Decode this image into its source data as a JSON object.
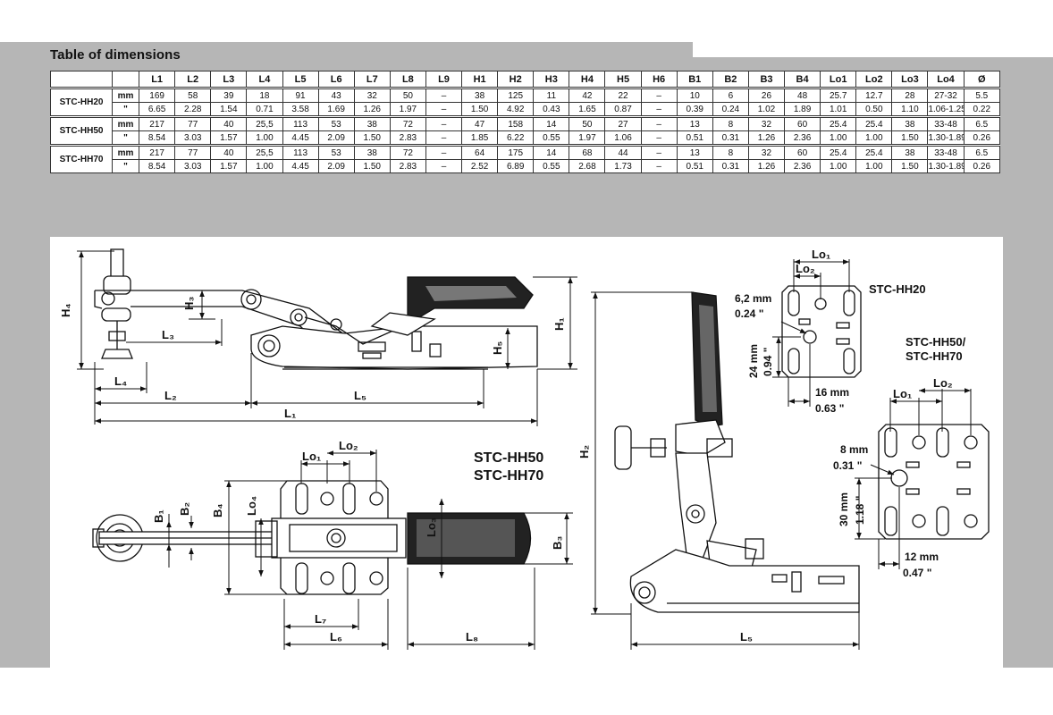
{
  "title": "Table of dimensions",
  "table": {
    "columns": [
      "",
      "",
      "L1",
      "L2",
      "L3",
      "L4",
      "L5",
      "L6",
      "L7",
      "L8",
      "L9",
      "H1",
      "H2",
      "H3",
      "H4",
      "H5",
      "H6",
      "B1",
      "B2",
      "B3",
      "B4",
      "Lo1",
      "Lo2",
      "Lo3",
      "Lo4",
      "Ø"
    ],
    "groups": [
      {
        "model": "STC-HH20",
        "rows": [
          {
            "unit": "mm",
            "values": [
              "169",
              "58",
              "39",
              "18",
              "91",
              "43",
              "32",
              "50",
              "–",
              "38",
              "125",
              "11",
              "42",
              "22",
              "–",
              "10",
              "6",
              "26",
              "48",
              "25.7",
              "12.7",
              "28",
              "27-32",
              "5.5"
            ]
          },
          {
            "unit": "\"",
            "values": [
              "6.65",
              "2.28",
              "1.54",
              "0.71",
              "3.58",
              "1.69",
              "1.26",
              "1.97",
              "–",
              "1.50",
              "4.92",
              "0.43",
              "1.65",
              "0.87",
              "–",
              "0.39",
              "0.24",
              "1.02",
              "1.89",
              "1.01",
              "0.50",
              "1.10",
              "1.06-1.25",
              "0.22"
            ]
          }
        ]
      },
      {
        "model": "STC-HH50",
        "rows": [
          {
            "unit": "mm",
            "values": [
              "217",
              "77",
              "40",
              "25,5",
              "113",
              "53",
              "38",
              "72",
              "–",
              "47",
              "158",
              "14",
              "50",
              "27",
              "–",
              "13",
              "8",
              "32",
              "60",
              "25.4",
              "25.4",
              "38",
              "33-48",
              "6.5"
            ]
          },
          {
            "unit": "\"",
            "values": [
              "8.54",
              "3.03",
              "1.57",
              "1.00",
              "4.45",
              "2.09",
              "1.50",
              "2.83",
              "–",
              "1.85",
              "6.22",
              "0.55",
              "1.97",
              "1.06",
              "–",
              "0.51",
              "0.31",
              "1.26",
              "2.36",
              "1.00",
              "1.00",
              "1.50",
              "1.30-1.89",
              "0.26"
            ]
          }
        ]
      },
      {
        "model": "STC-HH70",
        "rows": [
          {
            "unit": "mm",
            "values": [
              "217",
              "77",
              "40",
              "25,5",
              "113",
              "53",
              "38",
              "72",
              "–",
              "64",
              "175",
              "14",
              "68",
              "44",
              "–",
              "13",
              "8",
              "32",
              "60",
              "25.4",
              "25.4",
              "38",
              "33-48",
              "6.5"
            ]
          },
          {
            "unit": "\"",
            "values": [
              "8.54",
              "3.03",
              "1.57",
              "1.00",
              "4.45",
              "2.09",
              "1.50",
              "2.83",
              "–",
              "2.52",
              "6.89",
              "0.55",
              "2.68",
              "1.73",
              "–",
              "0.51",
              "0.31",
              "1.26",
              "2.36",
              "1.00",
              "1.00",
              "1.50",
              "1.30-1.89",
              "0.26"
            ]
          }
        ]
      }
    ]
  },
  "drawing": {
    "labels": {
      "H4": "H₄",
      "H3": "H₃",
      "L3": "L₃",
      "L4": "L₄",
      "L2": "L₂",
      "L5": "L₅",
      "L1": "L₁",
      "H5": "H₅",
      "H1": "H₁",
      "H2": "H₂",
      "L5b": "L₅",
      "Lo1": "Lo₁",
      "Lo2": "Lo₂",
      "B1": "B₁",
      "B2": "B₂",
      "B4": "B₄",
      "Lo4": "Lo₄",
      "Lo3": "Lo₃",
      "B3": "B₃",
      "L7": "L₇",
      "L6": "L₆",
      "L8": "L₈",
      "hh20_Lo1": "Lo₁",
      "hh20_Lo2": "Lo₂",
      "hh50_Lo1": "Lo₁",
      "hh50_Lo2": "Lo₂"
    },
    "model_labels": {
      "plan_view_line1": "STC-HH50",
      "plan_view_line2": "STC-HH70",
      "hh20_plate": "STC-HH20",
      "hh50_plate_line1": "STC-HH50/",
      "hh50_plate_line2": "STC-HH70"
    },
    "plate_hh20": {
      "hole_mm": "6,2 mm",
      "hole_in": "0.24 \"",
      "vert_mm": "24 mm",
      "vert_in": "0.94 \"",
      "horiz_mm": "16 mm",
      "horiz_in": "0.63 \""
    },
    "plate_hh50": {
      "hole_mm": "8 mm",
      "hole_in": "0.31 \"",
      "vert_mm": "30 mm",
      "vert_in": "1.18 \"",
      "horiz_mm": "12 mm",
      "horiz_in": "0.47 \""
    }
  }
}
